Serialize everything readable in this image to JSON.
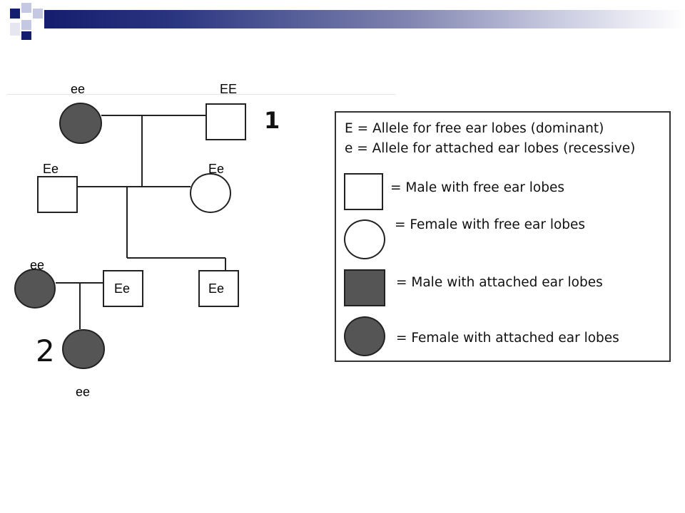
{
  "banner": {
    "colors": [
      "#151d6e",
      "#c5c8e3",
      "#ffffff"
    ]
  },
  "pedigree": {
    "generation_marks": [
      "1",
      "2"
    ],
    "genotypes": {
      "gen1_female": "ee",
      "gen1_male": "EE",
      "gen2_male": "Ee",
      "gen2_female": "Ee",
      "gen3_spouse_female": "ee",
      "gen3_male_a": "Ee",
      "gen3_male_b": "Ee",
      "gen4_female": "ee"
    },
    "fill_color": "#555555"
  },
  "legend": {
    "allele_dominant": "E = Allele for free ear lobes (dominant)",
    "allele_recessive": "e = Allele for attached ear lobes (recessive)",
    "male_free": "= Male with free ear lobes",
    "female_free": "= Female with free ear lobes",
    "male_attached": "= Male with attached ear lobes",
    "female_attached": "= Female with attached ear lobes"
  }
}
